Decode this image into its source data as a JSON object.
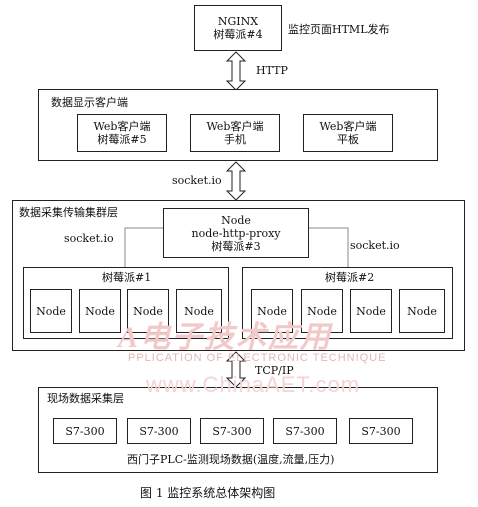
{
  "nginx": {
    "line1": "NGINX",
    "line2": "树莓派#4"
  },
  "publish_label": "监控页面HTML发布",
  "http_label": "HTTP",
  "client_layer": {
    "title": "数据显示客户端",
    "web_pi5": {
      "line1": "Web客户端",
      "line2": "树莓派#5"
    },
    "web_phone": {
      "line1": "Web客户端",
      "line2": "手机"
    },
    "web_tablet": {
      "line1": "Web客户端",
      "line2": "平板"
    }
  },
  "socketio_top_label": "socket.io",
  "cluster_layer": {
    "title": "数据采集传输集群层",
    "proxy": {
      "line1": "Node",
      "line2": "node-http-proxy",
      "line3": "树莓派#3"
    },
    "socketio_left": "socket.io",
    "socketio_right": "socket.io",
    "pi1": {
      "title": "树莓派#1",
      "nodes": [
        "Node",
        "Node",
        "Node",
        "Node"
      ]
    },
    "pi2": {
      "title": "树莓派#2",
      "nodes": [
        "Node",
        "Node",
        "Node",
        "Node"
      ]
    }
  },
  "tcpip_label": "TCP/IP",
  "field_layer": {
    "title": "现场数据采集层",
    "plcs": [
      "S7-300",
      "S7-300",
      "S7-300",
      "S7-300",
      "S7-300"
    ],
    "caption": "西门子PLC-监测现场数据(温度,流量,压力)"
  },
  "figure_caption": "图 1   监控系统总体架构图",
  "watermark": {
    "line1": "A电子技术应用",
    "line2": "PPLICATION OF ELECTRONIC TECHNIQUE",
    "line3": "www.ChinaAET.com"
  }
}
